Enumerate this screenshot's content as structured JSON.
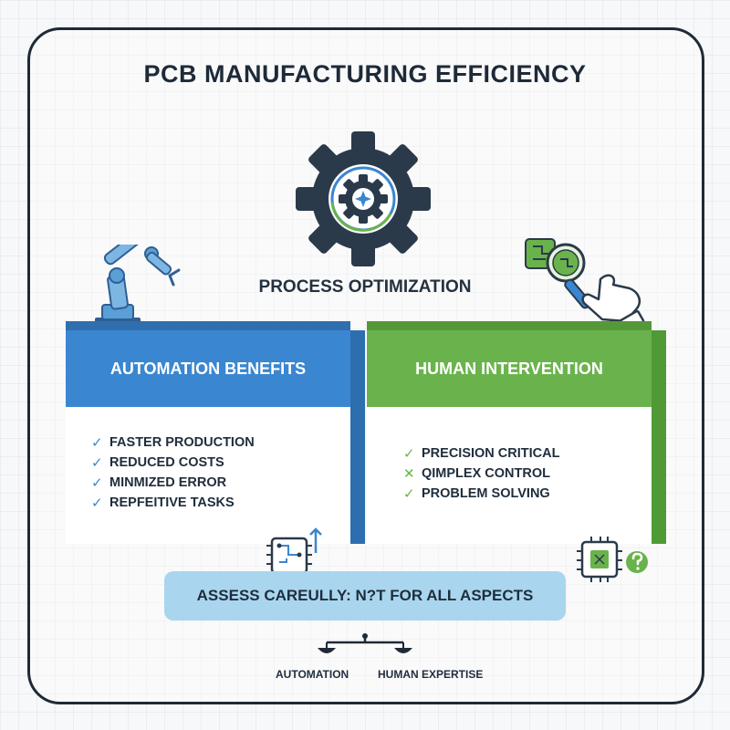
{
  "title": "PCB MANUFACTURING EFFICIENCY",
  "center_label": "PROCESS OPTIMIZATION",
  "left_panel": {
    "title": "AUTOMATION BENEFITS",
    "color": "#3a86d1",
    "items": [
      {
        "mark": "✓",
        "text": "FASTER PRODUCTION"
      },
      {
        "mark": "✓",
        "text": "REDUCED COSTS"
      },
      {
        "mark": "✓",
        "text": "MINMIZED ERROR"
      },
      {
        "mark": "✓",
        "text": "REPFEITIVE TASKS"
      }
    ],
    "icon": "circuit-chip-icon"
  },
  "right_panel": {
    "title": "HUMAN INTERVENTION",
    "color": "#6ab34c",
    "items": [
      {
        "mark": "✓",
        "text": "PRECISION CRITICAL"
      },
      {
        "mark": "✕",
        "text": "QIMPLEX CONTROL"
      },
      {
        "mark": "✓",
        "text": "PROBLEM SOLVING"
      }
    ],
    "icon": "chip-question-icon"
  },
  "banner": "ASSESS CAREULLY: N?T FOR ALL ASPECTS",
  "balance": {
    "left_label": "AUTOMATION",
    "right_label": "HUMAN EXPERTISE"
  },
  "colors": {
    "frame": "#1f2a36",
    "banner": "#a9d6ee",
    "gear": "#2b3a4a"
  }
}
